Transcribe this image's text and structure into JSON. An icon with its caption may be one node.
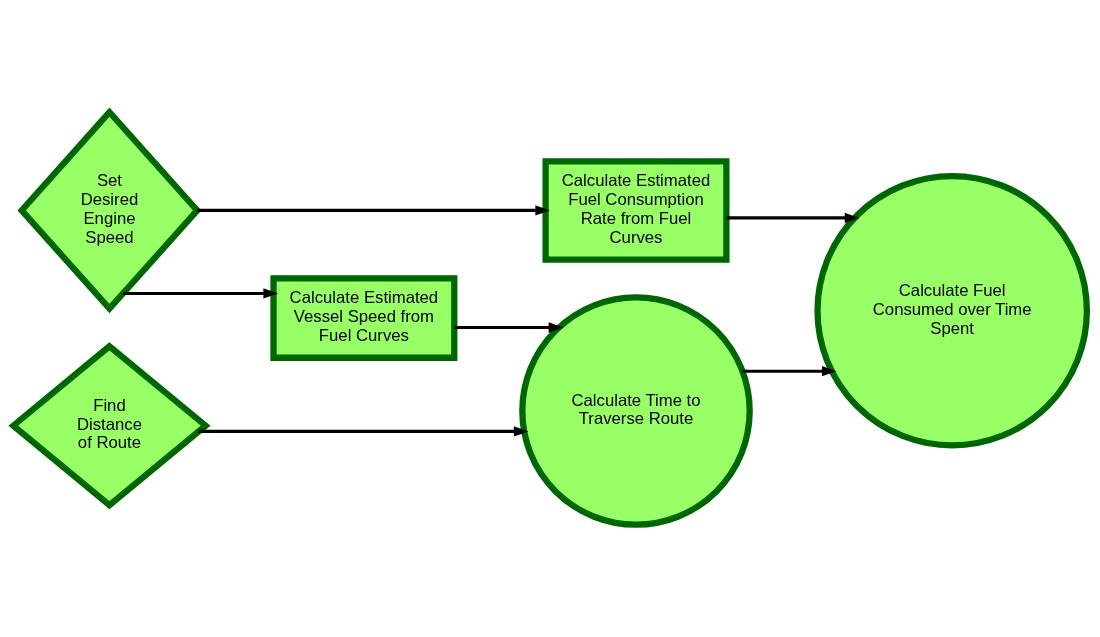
{
  "diagram": {
    "nodes": [
      {
        "text": [
          "Set Desired Engine Speed"
        ]
      },
      {
        "text": [
          "Calculate Estimated Fuel Consumption Rate from Fuel Curves"
        ]
      },
      {
        "text": [
          "Calculate Estimated Vessel Speed from Fuel Curves"
        ]
      },
      {
        "text": [
          "Calculate Fuel Consumed over Time Spent"
        ]
      },
      {
        "text": [
          "Find Distance of Route"
        ]
      },
      {
        "text": [
          "Calculate Time to Traverse Route"
        ]
      }
    ],
    "edges": [
      {
        "from": 0,
        "to": 1,
        "arrow": "to"
      },
      {
        "from": 0,
        "to": 2,
        "arrow": "to"
      },
      {
        "from": 1,
        "to": 3,
        "arrow": "to"
      },
      {
        "from": 2,
        "to": 5,
        "arrow": "to"
      },
      {
        "from": 4,
        "to": 5,
        "arrow": "to"
      },
      {
        "from": 5,
        "to": 3,
        "arrow": "to"
      }
    ]
  }
}
